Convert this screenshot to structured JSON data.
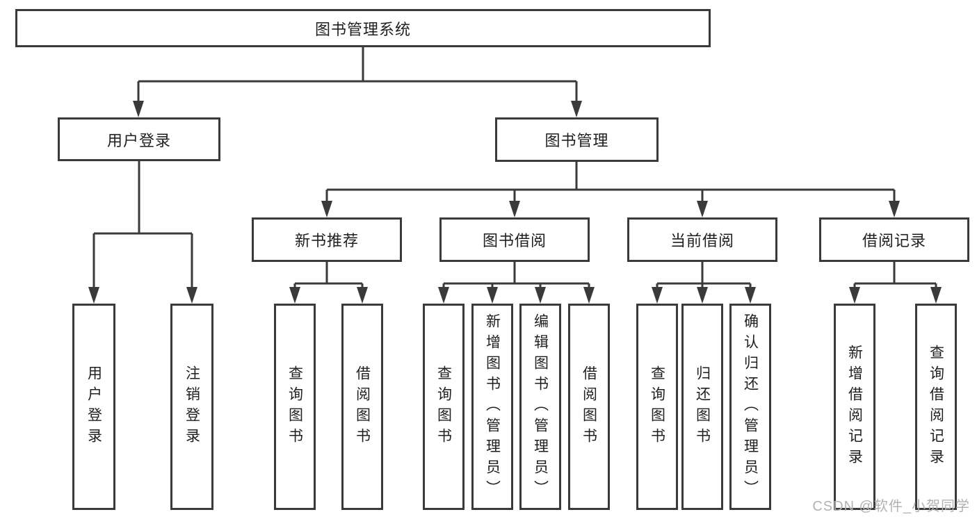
{
  "diagram": {
    "root": {
      "label": "图书管理系统"
    },
    "level2": {
      "user_login": {
        "label": "用户登录"
      },
      "book_mgmt": {
        "label": "图书管理"
      }
    },
    "level3": {
      "new_books": {
        "label": "新书推荐"
      },
      "book_borrow": {
        "label": "图书借阅"
      },
      "current_borrow": {
        "label": "当前借阅"
      },
      "borrow_records": {
        "label": "借阅记录"
      }
    },
    "leaves": {
      "user_login": [
        "用户登录",
        "注销登录"
      ],
      "new_books": [
        "查询图书",
        "借阅图书"
      ],
      "book_borrow": [
        "查询图书",
        "新增图书（管理员）",
        "编辑图书（管理员）",
        "借阅图书"
      ],
      "current_borrow": [
        "查询图书",
        "归还图书",
        "确认归还（管理员）"
      ],
      "borrow_records": [
        "新增借阅记录",
        "查询借阅记录"
      ]
    }
  },
  "watermark": "CSDN @软件_小贺同学",
  "colors": {
    "line": "#3a3a3a",
    "node_border": "#3a3a3a",
    "text": "#1f1f1f",
    "watermark": "#b3b1b1",
    "background": "#ffffff"
  }
}
